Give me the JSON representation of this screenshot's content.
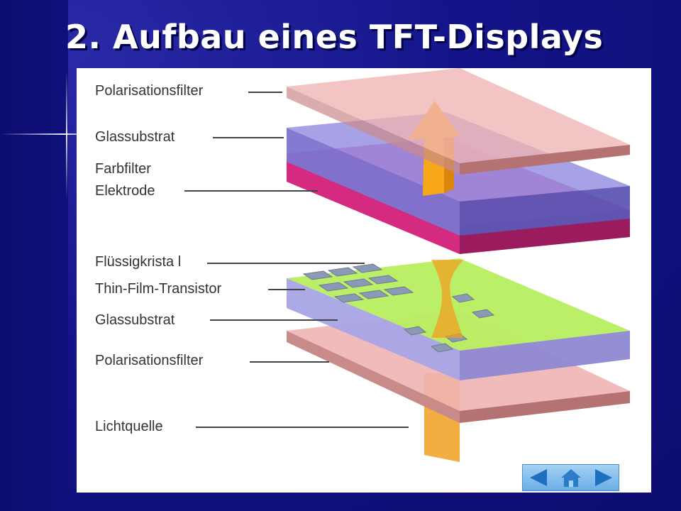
{
  "slide": {
    "title": "2. Aufbau eines TFT-Displays"
  },
  "diagram": {
    "labels": [
      "Polarisationsfilter",
      "Glassubstrat",
      "Farbfilter",
      "Elektrode",
      "Flüssigkrista l",
      "Thin-Film-Transistor",
      "Glassubstrat",
      "Polarisationsfilter",
      "Lichtquelle"
    ]
  },
  "nav": {
    "prev_icon": "triangle-left-icon",
    "home_icon": "house-icon",
    "next_icon": "triangle-right-icon"
  },
  "colors": {
    "background": "#14148a",
    "polarizer": "#e8a0a0",
    "glass": "#8e86d8",
    "color_filter": "#d0207a",
    "liquid_crystal": "#c6ee56",
    "light": "#f0a020"
  }
}
